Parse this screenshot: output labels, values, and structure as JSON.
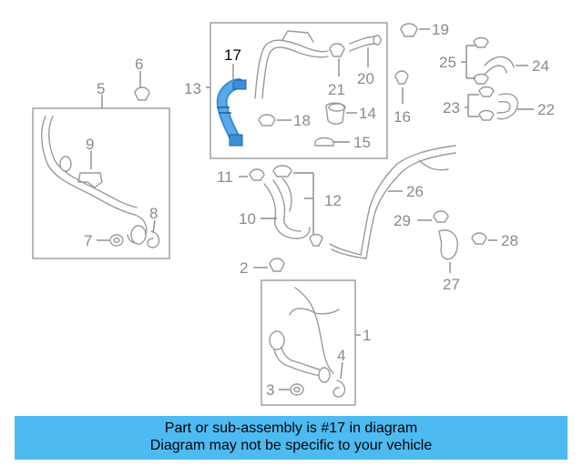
{
  "diagram": {
    "highlighted_part": "17",
    "accent_color": "#4dbbf2",
    "highlight_part_color": "#3a8fd6",
    "part_labels": [
      "1",
      "2",
      "3",
      "4",
      "5",
      "6",
      "7",
      "8",
      "9",
      "10",
      "11",
      "12",
      "13",
      "14",
      "15",
      "16",
      "17",
      "18",
      "19",
      "20",
      "21",
      "22",
      "23",
      "24",
      "25",
      "26",
      "27",
      "28",
      "29"
    ]
  },
  "banner": {
    "line1": "Part or sub-assembly is #17 in diagram",
    "line2": "Diagram may not be specific to your vehicle"
  }
}
